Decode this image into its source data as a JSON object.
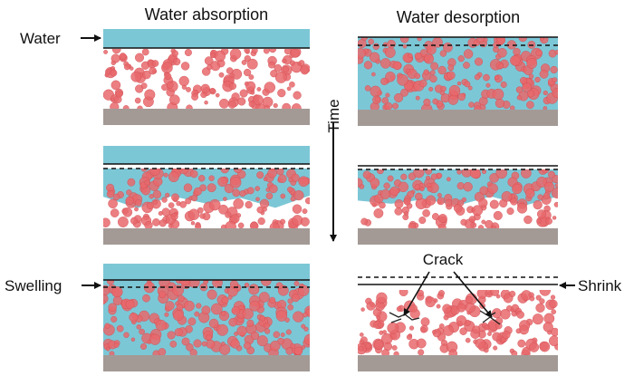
{
  "headings": {
    "absorption": "Water absorption",
    "desorption": "Water desorption"
  },
  "labels": {
    "water": "Water",
    "swelling": "Swelling",
    "time": "Time",
    "crack": "Crack",
    "shrink": "Shrink"
  },
  "colors": {
    "water": "#7cc7d6",
    "particle": "#e8686c",
    "particle_edge": "#cf4a50",
    "substrate": "#a39a96",
    "line": "#111111"
  },
  "panels": [
    {
      "id": "absorption-t0",
      "column": "absorption",
      "stage": 0,
      "water_above": true,
      "water_in_film": "none"
    },
    {
      "id": "absorption-t1",
      "column": "absorption",
      "stage": 1,
      "water_above": true,
      "water_in_film": "partial"
    },
    {
      "id": "absorption-t2",
      "column": "absorption",
      "stage": 2,
      "water_above": true,
      "water_in_film": "full"
    },
    {
      "id": "desorption-t0",
      "column": "desorption",
      "stage": 0,
      "water_above": false,
      "water_in_film": "full"
    },
    {
      "id": "desorption-t1",
      "column": "desorption",
      "stage": 1,
      "water_above": false,
      "water_in_film": "partial"
    },
    {
      "id": "desorption-t2",
      "column": "desorption",
      "stage": 2,
      "water_above": false,
      "water_in_film": "none"
    }
  ]
}
